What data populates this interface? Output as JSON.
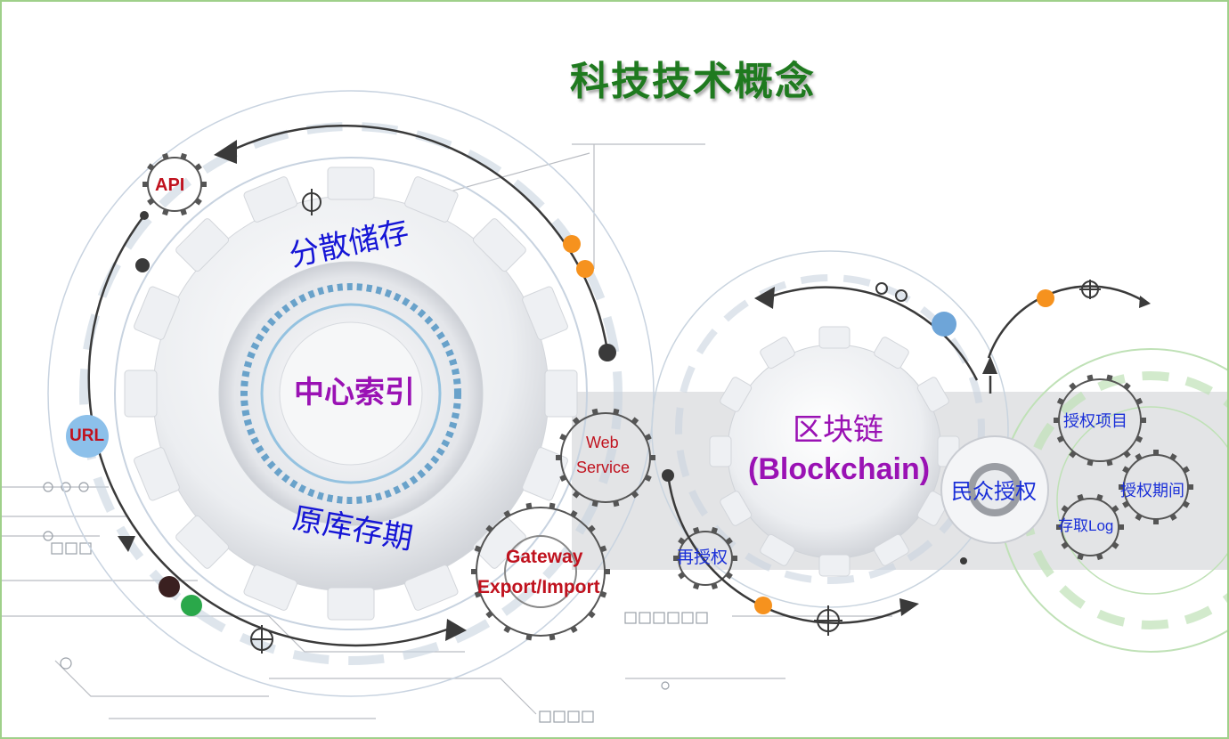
{
  "title": "科技技术概念",
  "labels": {
    "distributed_storage": "分散储存",
    "central_index": "中心索引",
    "original_archive": "原库存期",
    "api": "API",
    "url": "URL",
    "web_service_line1": "Web",
    "web_service_line2": "Service",
    "gateway_line1": "Gateway",
    "gateway_line2": "Export/Import",
    "blockchain_cn": "区块链",
    "blockchain_en": "(Blockchain)",
    "public_auth": "民众授权",
    "re_auth": "再授权",
    "auth_items": "授权项目",
    "auth_period": "授权期间",
    "access_log": "存取Log"
  },
  "colors": {
    "title": "#1f7a1f",
    "blue_label": "#1515d6",
    "purple_label": "#9a12b4",
    "red_label": "#c0121e",
    "gear_light": "#f1f2f4",
    "orange_dot": "#f6921e",
    "blue_dot": "#6ea5d8",
    "green_dot": "#2aa84a",
    "dark_dot": "#3a2020"
  }
}
